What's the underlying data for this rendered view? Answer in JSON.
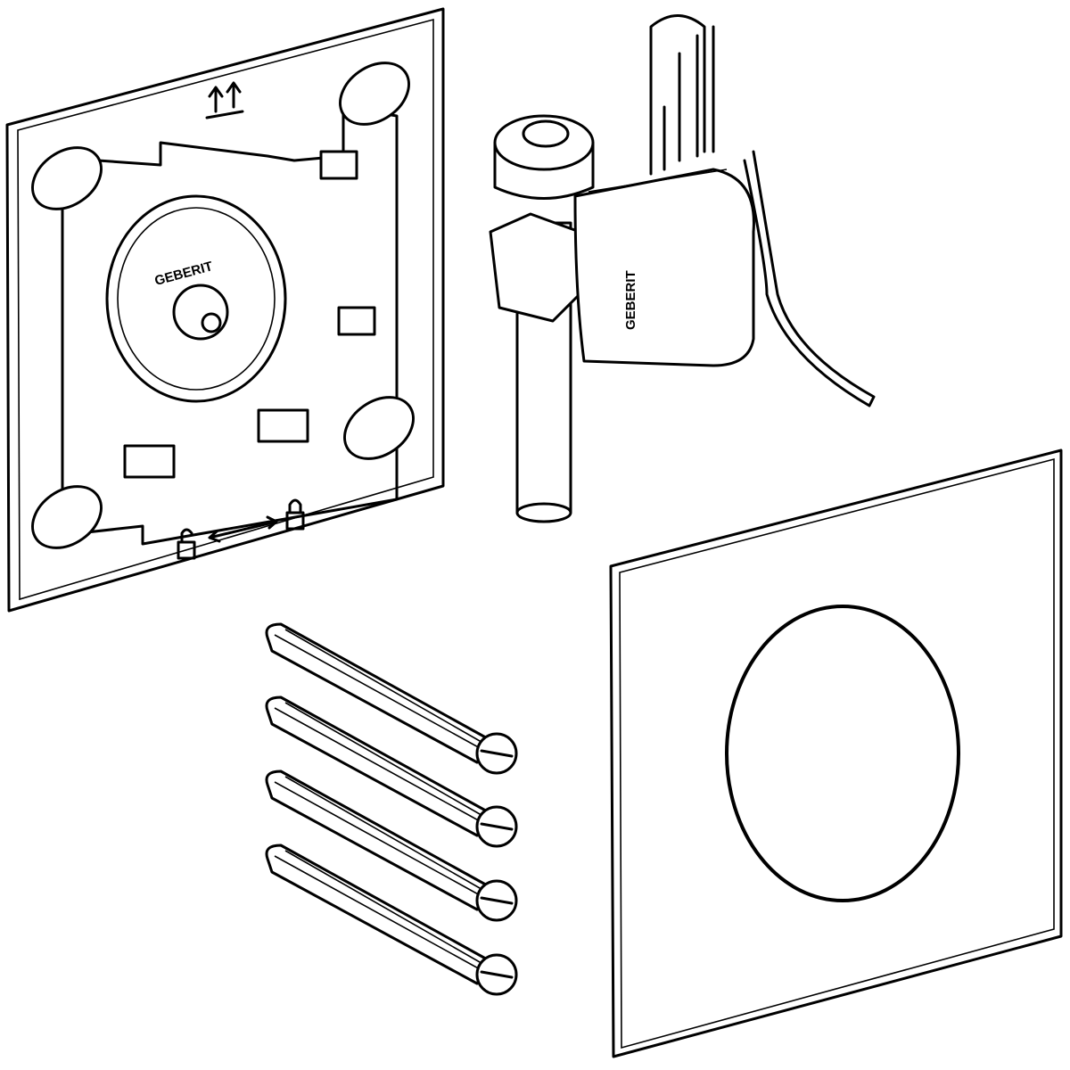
{
  "parts": {
    "mounting_frame": {
      "logo_text": "GEBERIT",
      "symbols": [
        "arrows-up-icon",
        "unlock-icon",
        "double-arrow-icon",
        "lock-icon"
      ]
    },
    "valve_unit": {
      "logo_text": "GEBERIT"
    },
    "screws": {
      "count": 4
    },
    "cover_plate": {}
  },
  "colors": {
    "line": "#000000",
    "background": "#ffffff"
  }
}
